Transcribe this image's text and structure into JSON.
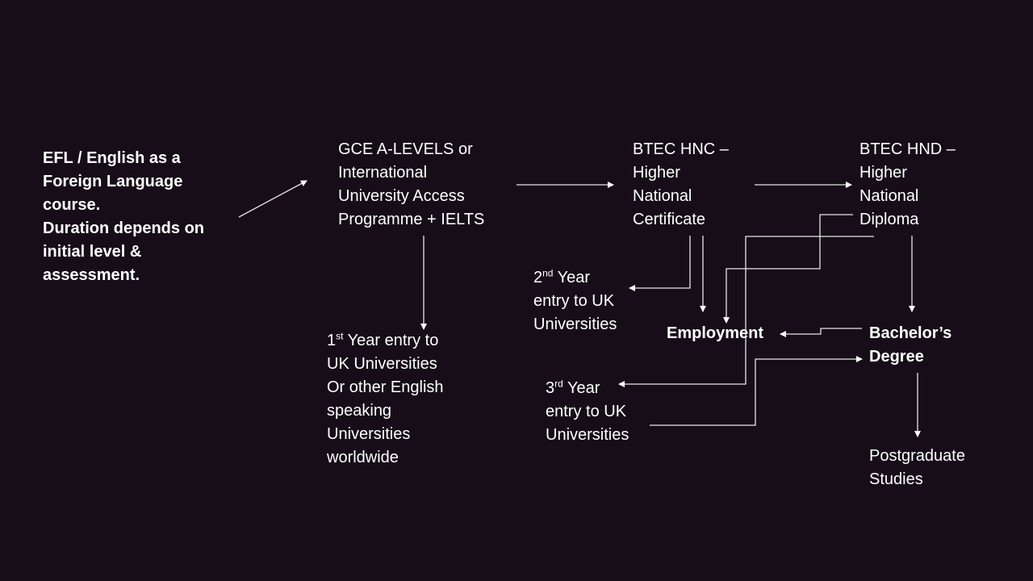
{
  "nodes": {
    "efl": {
      "lines": [
        "EFL / English as a",
        "Foreign Language",
        "course.",
        "Duration depends on",
        "initial level &",
        "assessment."
      ]
    },
    "gce": {
      "lines": [
        "GCE A-LEVELS  or",
        "International",
        "University Access",
        "Programme + IELTS"
      ]
    },
    "hnc": {
      "lines": [
        "BTEC HNC –",
        "Higher",
        "National",
        "Certificate"
      ]
    },
    "hnd": {
      "lines": [
        "BTEC HND –",
        "Higher",
        "National",
        "Diploma"
      ]
    },
    "first_year": {
      "num": "1",
      "sup": "st",
      "rest": " Year entry to",
      "lines": [
        "UK Universities",
        "Or other English",
        "speaking",
        "Universities",
        "worldwide"
      ]
    },
    "second_year": {
      "num": "2",
      "sup": "nd",
      "rest": " Year",
      "lines": [
        "entry to UK",
        "Universities"
      ]
    },
    "third_year": {
      "num": "3",
      "sup": "rd",
      "rest": " Year",
      "lines": [
        "entry to UK",
        "Universities"
      ]
    },
    "employment": {
      "label": "Employment"
    },
    "bachelors": {
      "lines": [
        "Bachelor’s",
        "Degree"
      ]
    },
    "postgrad": {
      "lines": [
        "Postgraduate",
        "Studies"
      ]
    }
  },
  "colors": {
    "background": "#160d18",
    "foreground": "#ffffff"
  }
}
